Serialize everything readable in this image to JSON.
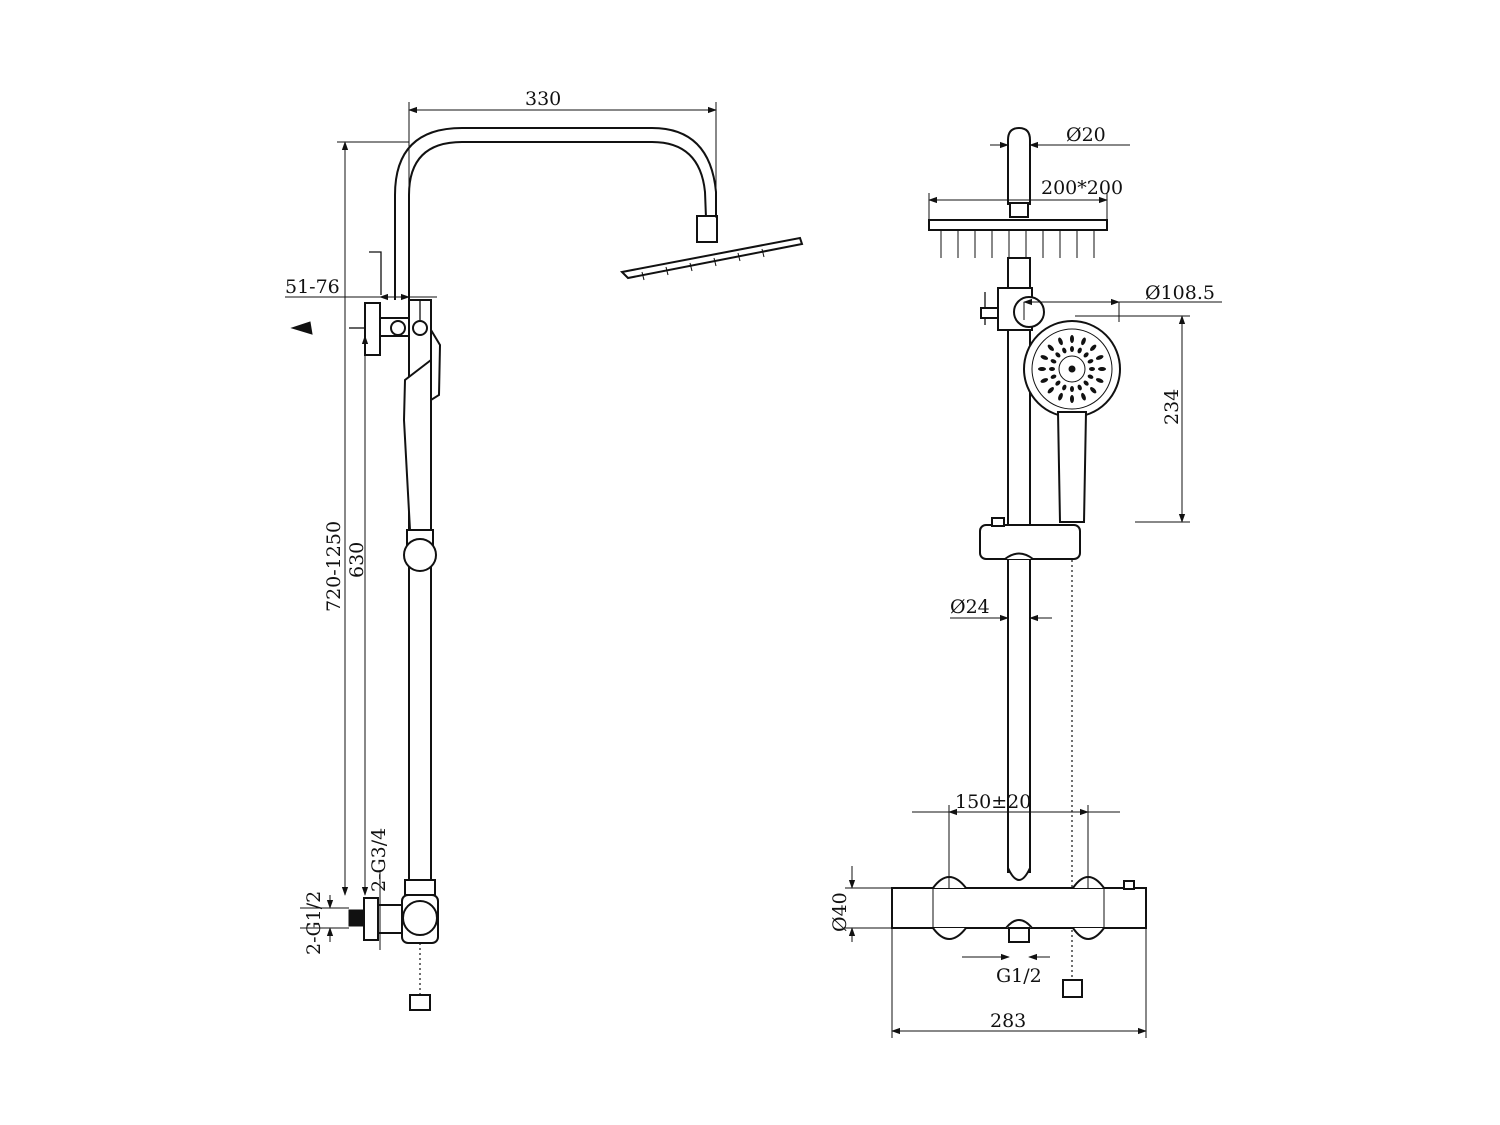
{
  "colors": {
    "line": "#111111",
    "background": "#ffffff"
  },
  "side_view": {
    "dim_width": "330",
    "dim_wall_gap": "51-76",
    "dim_height_range": "720-1250",
    "dim_rail": "630",
    "dim_outlet_thread": "2-G3/4",
    "dim_inlet_thread": "2-G1/2"
  },
  "front_view": {
    "dim_pipe_top": "Ø20",
    "dim_head_size": "200*200",
    "dim_hand_shower": "Ø108.5",
    "dim_hand_length": "234",
    "dim_rail_pipe": "Ø24",
    "dim_centers": "150±20",
    "dim_body": "Ø40",
    "dim_outlet": "G1/2",
    "dim_total_width": "283"
  }
}
